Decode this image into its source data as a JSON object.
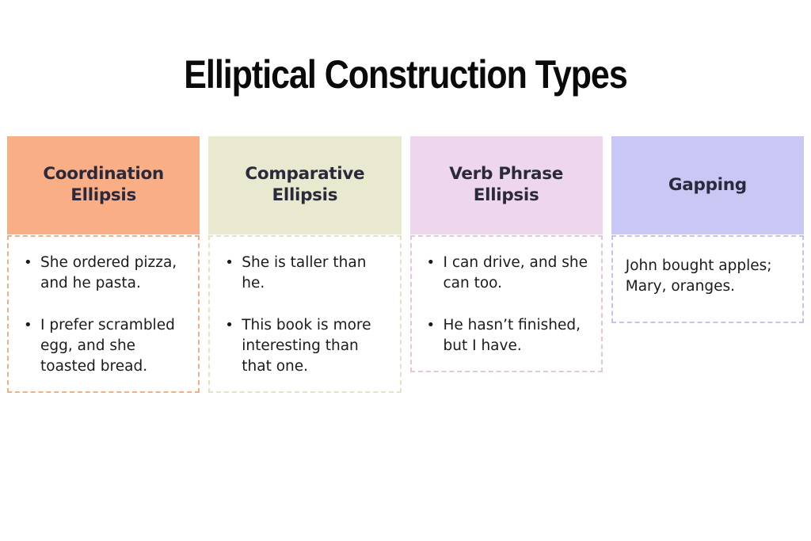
{
  "title": "Elliptical Construction Types",
  "columns": [
    {
      "header": "Coordination Ellipsis",
      "header_bg": "#F9AE85",
      "border_color": "#EEB089",
      "bulleted": true,
      "items": [
        "She ordered pizza, and he pasta.",
        "I prefer scrambled egg, and she toasted bread."
      ]
    },
    {
      "header": "Comparative Ellipsis",
      "header_bg": "#E8E9CE",
      "border_color": "#E3E4C6",
      "bulleted": true,
      "items": [
        "She is taller than he.",
        "This book is more interesting than that one."
      ]
    },
    {
      "header": "Verb Phrase Ellipsis",
      "header_bg": "#EED6EC",
      "border_color": "#E3C7E0",
      "bulleted": true,
      "items": [
        "I can drive, and she can too.",
        "He hasn’t finished, but I have."
      ]
    },
    {
      "header": "Gapping",
      "header_bg": "#C9C8F5",
      "border_color": "#C3C3EF",
      "bulleted": false,
      "items": [
        "John bought apples; Mary, oranges."
      ]
    }
  ],
  "bullet_glyph": "•"
}
